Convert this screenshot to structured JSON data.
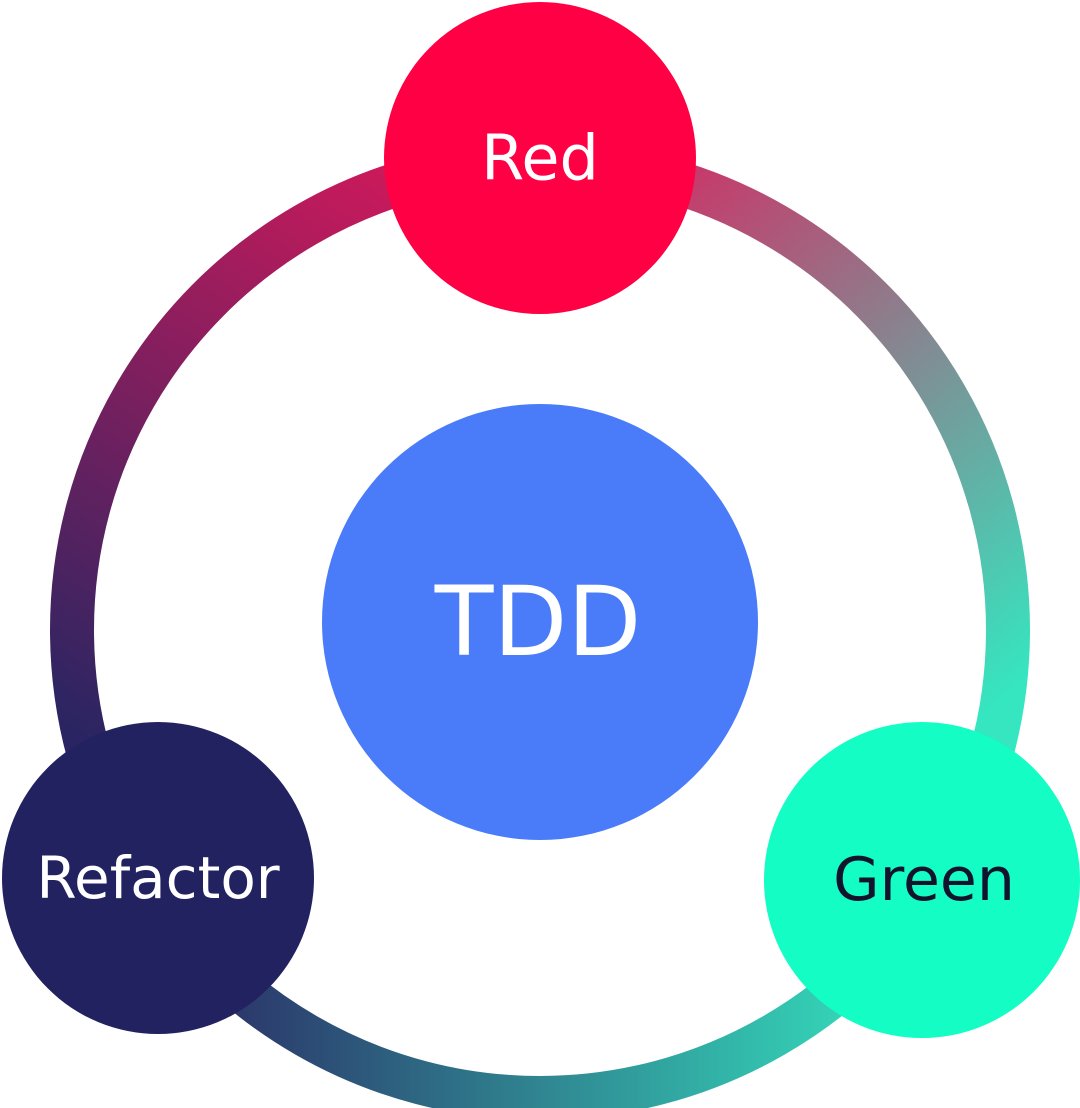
{
  "diagram": {
    "center": {
      "label": "TDD",
      "color": "#4a7cf9",
      "text_color": "#ffffff"
    },
    "nodes": [
      {
        "id": "red",
        "label": "Red",
        "color": "#ff0044",
        "text_color": "#ffffff"
      },
      {
        "id": "green",
        "label": "Green",
        "color": "#13fdc5",
        "text_color": "#12142e"
      },
      {
        "id": "refactor",
        "label": "Refactor",
        "color": "#222260",
        "text_color": "#ffffff"
      }
    ],
    "ring_colors": {
      "red": "#e3185a",
      "green": "#35e6c0",
      "refactor": "#2a2562"
    }
  }
}
